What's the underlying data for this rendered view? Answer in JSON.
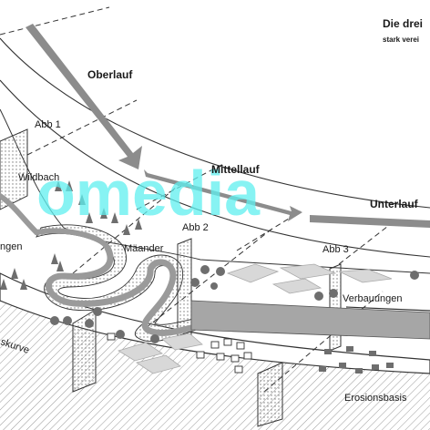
{
  "title": "Die drei",
  "subtitle": "stark verei",
  "stages": {
    "upper": "Oberlauf",
    "middle": "Mittellauf",
    "lower": "Unterlauf"
  },
  "figures": {
    "fig1": "Abb 1",
    "fig2": "Abb 2",
    "fig3": "Abb 3"
  },
  "features": {
    "torrent": "Wildbach",
    "meander": "Mäander",
    "embankments": "Verbauungen",
    "left_partial": "ngen",
    "curve_partial": "skurve",
    "erosion_base": "Erosionsbasis"
  },
  "watermark": "omedia",
  "colors": {
    "arrow": "#8c8c8c",
    "river": "#9a9a9a",
    "field": "#d8d8d8",
    "tree": "#6e6e6e",
    "watermark": "#5ff0f0"
  }
}
